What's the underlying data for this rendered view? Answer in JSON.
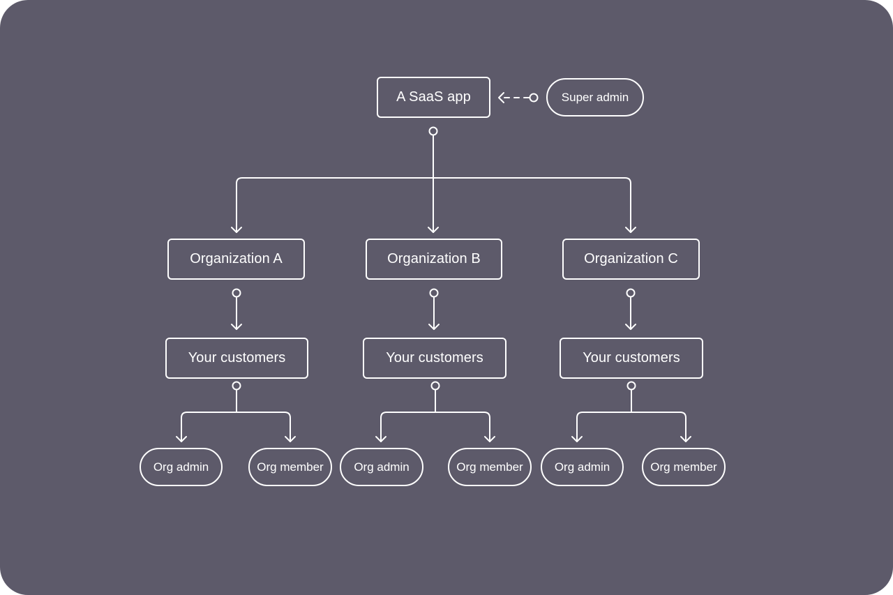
{
  "diagram": {
    "root": "A SaaS app",
    "super_admin": "Super admin",
    "organizations": [
      {
        "name": "Organization A",
        "customers": "Your customers",
        "roles": [
          "Org admin",
          "Org member"
        ]
      },
      {
        "name": "Organization B",
        "customers": "Your customers",
        "roles": [
          "Org admin",
          "Org member"
        ]
      },
      {
        "name": "Organization C",
        "customers": "Your customers",
        "roles": [
          "Org admin",
          "Org member"
        ]
      }
    ]
  },
  "colors": {
    "background": "#5d5a6a",
    "stroke": "#ffffff",
    "text": "#ffffff"
  }
}
